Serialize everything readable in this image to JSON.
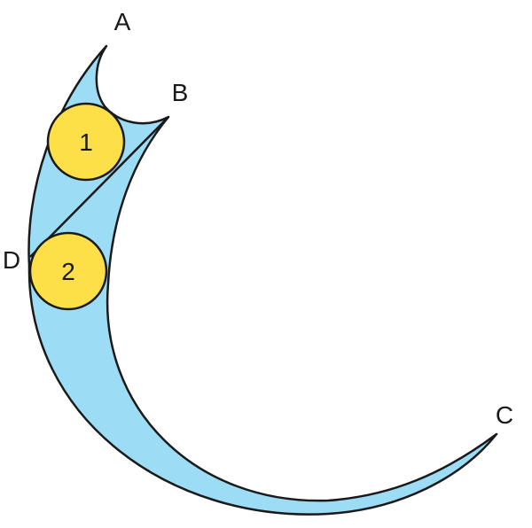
{
  "colors": {
    "region_fill": "#9ddcf5",
    "circle_fill": "#fde047",
    "stroke": "#1a1a1a",
    "background": "#ffffff"
  },
  "points": {
    "a": "A",
    "b": "B",
    "c": "C",
    "d": "D"
  },
  "circles": {
    "first": "1",
    "second": "2"
  }
}
